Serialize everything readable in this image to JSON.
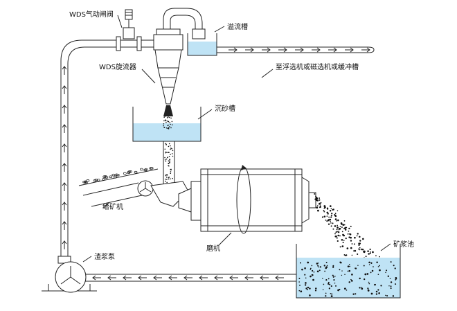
{
  "labels": {
    "valve": "WDS气动闸阀",
    "overflow_tank": "溢流槽",
    "destination": "至浮选机或磁选机或缓冲槽",
    "cyclone": "WDS旋流器",
    "sand_tank": "沉砂槽",
    "feeder": "给矿机",
    "mill": "磨机",
    "slurry_pump": "渣浆泵",
    "slurry_pool": "矿浆池"
  },
  "colors": {
    "line": "#222222",
    "water": "#bfe3f5",
    "particles": "#111111"
  }
}
